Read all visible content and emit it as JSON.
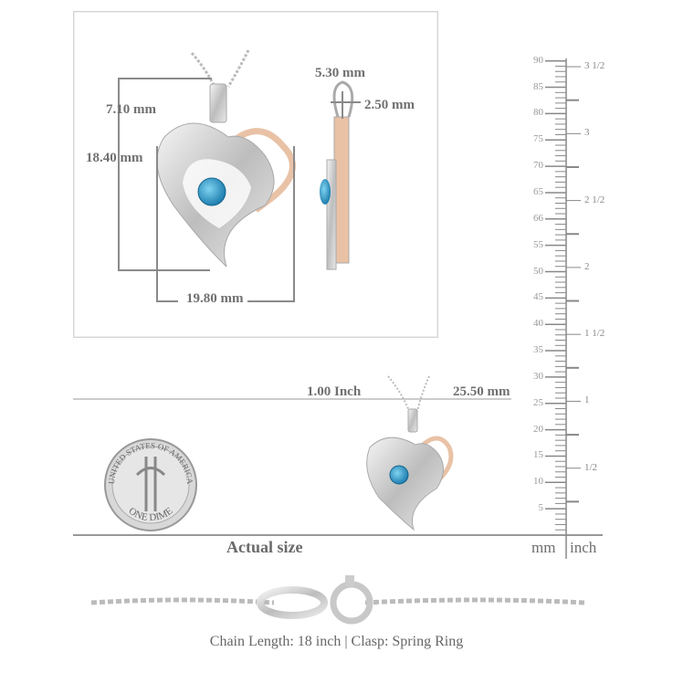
{
  "dimensions": {
    "bail_height": "7.10 mm",
    "pendant_height": "18.40 mm",
    "pendant_width": "19.80 mm",
    "side_depth": "5.30 mm",
    "bail_opening": "2.50 mm"
  },
  "scale_line": {
    "inch_label": "1.00 Inch",
    "mm_label": "25.50 mm"
  },
  "coin": {
    "top_text": "UNITED STATES OF AMERICA",
    "bottom_text": "ONE DIME"
  },
  "actual_size_label": "Actual size",
  "ruler": {
    "mm_unit": "mm",
    "inch_unit": "inch",
    "mm_labels": [
      "5",
      "10",
      "15",
      "20",
      "25",
      "30",
      "35",
      "40",
      "45",
      "50",
      "55",
      "66",
      "65",
      "70",
      "75",
      "80",
      "85",
      "90"
    ],
    "inch_labels": [
      "1/2",
      "1",
      "1 1/2",
      "2",
      "2 1/2",
      "3",
      "3 1/2"
    ]
  },
  "caption": "Chain Length: 18 inch | Clasp: Spring Ring",
  "colors": {
    "silver": "#c9c9c9",
    "rose_gold": "#e9c2a6",
    "topaz": "#2a9ccc",
    "text": "#6e6e6e"
  }
}
